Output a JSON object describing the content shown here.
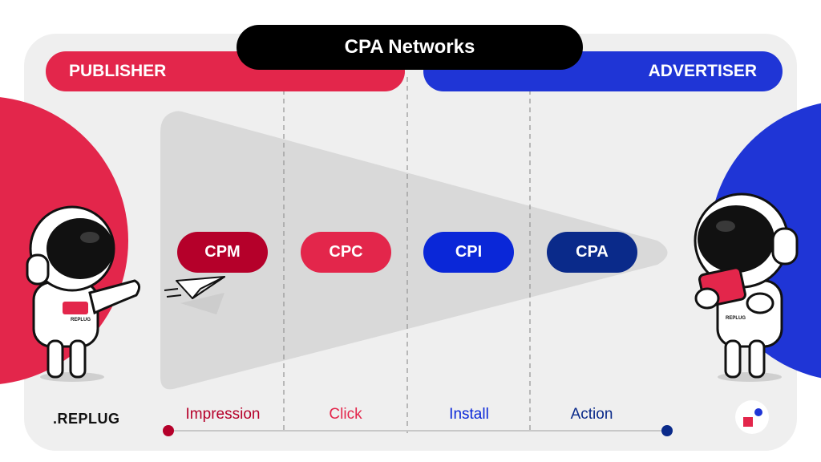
{
  "title": "CPA Networks",
  "header": {
    "left_label": "PUBLISHER",
    "right_label": "ADVERTISER"
  },
  "models": [
    {
      "label": "CPM",
      "color": "#b5002a"
    },
    {
      "label": "CPC",
      "color": "#e3264b"
    },
    {
      "label": "CPI",
      "color": "#0a27d8"
    },
    {
      "label": "CPA",
      "color": "#0a2a8a"
    }
  ],
  "stages": [
    {
      "label": "Impression",
      "color": "#b5002a"
    },
    {
      "label": "Click",
      "color": "#e3264b"
    },
    {
      "label": "Install",
      "color": "#0a27d8"
    },
    {
      "label": "Action",
      "color": "#0a2a8a"
    }
  ],
  "brand": {
    "name": ".REPLUG",
    "badge_text": "REPLUG"
  },
  "colors": {
    "red": "#e3264b",
    "dark_red": "#b5002a",
    "blue": "#1f35d6",
    "navy": "#0a2a8a"
  }
}
